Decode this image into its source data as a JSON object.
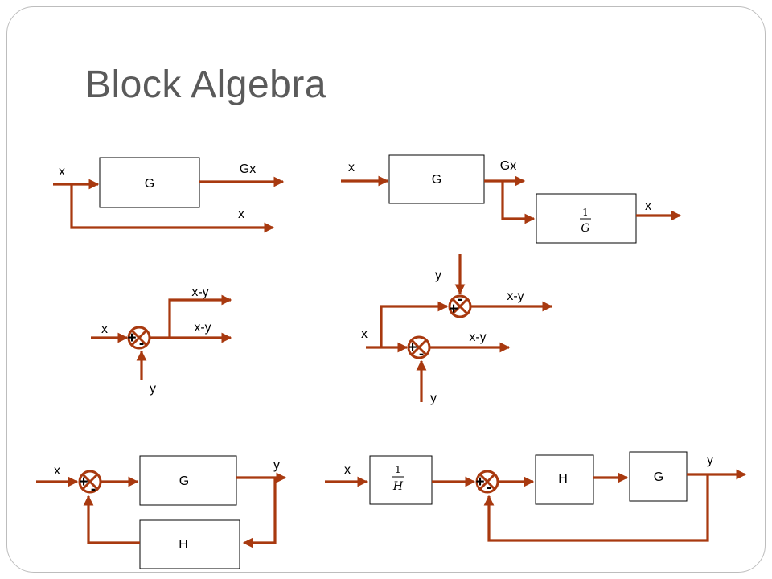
{
  "title": "Block Algebra",
  "colors": {
    "wire": "#a8390f",
    "title": "#5a5a5a",
    "frame": "#bdbdbd"
  },
  "d1": {
    "input": "x",
    "block": "G",
    "out_top": "Gx",
    "out_bottom": "x"
  },
  "d2": {
    "input": "x",
    "block": "G",
    "mid": "Gx",
    "inv_num": "1",
    "inv_den": "G",
    "output": "x"
  },
  "d3": {
    "input": "x",
    "plus": "+",
    "minus": "-",
    "out_top": "x-y",
    "out_bottom": "x-y",
    "fb": "y"
  },
  "d4": {
    "input": "x",
    "top_in": "y",
    "top_minus": "-",
    "top_plus": "+",
    "out_top": "x-y",
    "bot_plus": "+",
    "bot_minus": "-",
    "out_bottom": "x-y",
    "bot_in": "y"
  },
  "d5": {
    "input": "x",
    "plus": "+",
    "minus": "-",
    "forward": "G",
    "feedback": "H",
    "output": "y"
  },
  "d6": {
    "input": "x",
    "pre_num": "1",
    "pre_den": "H",
    "plus": "+",
    "minus": "-",
    "block1": "H",
    "block2": "G",
    "output": "y"
  }
}
